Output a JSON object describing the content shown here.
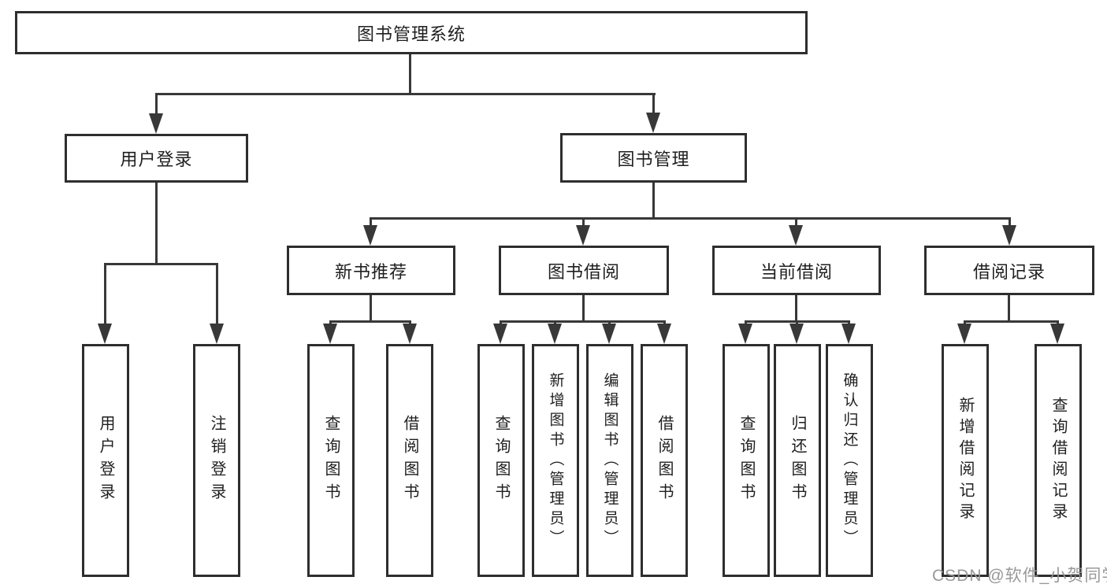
{
  "diagram": {
    "nodes": {
      "root": "图书管理系统",
      "user_login": "用户登录",
      "book_mgmt": "图书管理",
      "new_book_rec": "新书推荐",
      "book_borrow": "图书借阅",
      "current_borrow": "当前借阅",
      "borrow_records": "借阅记录",
      "user_login_leaf": "用户登录",
      "logout": "注销登录",
      "query_book_1": "查询图书",
      "borrow_book_1": "借阅图书",
      "query_book_2": "查询图书",
      "add_book_admin": "新增图书（管理员）",
      "edit_book_admin": "编辑图书（管理员）",
      "borrow_book_2": "借阅图书",
      "query_book_3": "查询图书",
      "return_book": "归还图书",
      "confirm_return_admin": "确认归还（管理员）",
      "add_borrow_record": "新增借阅记录",
      "query_borrow_record": "查询借阅记录"
    },
    "hierarchy": {
      "图书管理系统": {
        "用户登录": [
          "用户登录",
          "注销登录"
        ],
        "图书管理": {
          "新书推荐": [
            "查询图书",
            "借阅图书"
          ],
          "图书借阅": [
            "查询图书",
            "新增图书（管理员）",
            "编辑图书（管理员）",
            "借阅图书"
          ],
          "当前借阅": [
            "查询图书",
            "归还图书",
            "确认归还（管理员）"
          ],
          "借阅记录": [
            "新增借阅记录",
            "查询借阅记录"
          ]
        }
      }
    },
    "colors": {
      "line": "#383838",
      "box_border": "#2e2e2e",
      "text": "#1f1f1f",
      "background": "#ffffff",
      "watermark": "#949494"
    }
  },
  "watermark": {
    "text": "CSDN @软件_小贺同学"
  }
}
